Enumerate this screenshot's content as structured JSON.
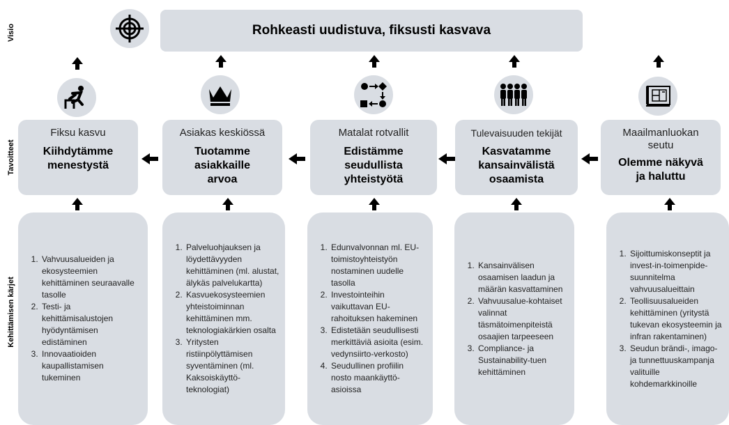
{
  "row_labels": {
    "visio": "Visio",
    "tavoitteet": "Tavoitteet",
    "kehittamisen_karjet": "Kehittämisen kärjet"
  },
  "vision": "Rohkeasti uudistuva, fiksusti kasvava",
  "icons": [
    "target-icon",
    "hurdle-runner-icon",
    "crown-icon",
    "process-flow-icon",
    "people-group-icon",
    "map-blueprint-icon"
  ],
  "goals": [
    {
      "title": "Fiksu kasvu",
      "text": "Kiihdytämme menestystä"
    },
    {
      "title": "Asiakas keskiössä",
      "text": "Tuotamme asiakkaille arvoa"
    },
    {
      "title": "Matalat rotvallit",
      "text": "Edistämme seudullista yhteistyötä"
    },
    {
      "title": "Tulevaisuuden tekijät",
      "text": "Kasvatamme kansainvälistä osaamista"
    },
    {
      "title": "Maailmanluokan seutu",
      "text": "Olemme näkyvä ja haluttu"
    }
  ],
  "dev_items": [
    [
      "Vahvuusalueiden ja ekosysteemien kehittäminen seuraavalle tasolle",
      "Testi- ja kehittämisalustojen hyödyntämisen edistäminen",
      "Innovaatioiden kaupallistamisen tukeminen"
    ],
    [
      "Palveluohjauksen ja löydettävyyden kehittäminen (ml. alustat, älykäs palvelukartta)",
      "Kasvuekosysteemien yhteistoiminnan kehittäminen mm. teknologiakärkien osalta",
      "Yritysten ristiinpölyttämisen syventäminen (ml. Kaksoiskäyttö-teknologiat)"
    ],
    [
      "Edunvalvonnan ml. EU-toimistoyhteistyön nostaminen uudelle tasolla",
      "Investointeihin vaikuttavan EU-rahoituksen hakeminen",
      "Edistetään seudullisesti merkittäviä asioita (esim. vedynsiirto-verkosto)",
      "Seudullinen profiilin nosto maankäyttö-asioissa"
    ],
    [
      "Kansainvälisen osaamisen laadun ja määrän kasvattaminen",
      "Vahvuusalue-kohtaiset valinnat täsmätoimenpiteistä osaajien tarpeeseen",
      "Compliance- ja Sustainability-tuen kehittäminen"
    ],
    [
      "Sijoittumiskonseptit ja invest-in-toimenpide-suunnitelma vahvuusalueittain",
      "Teollisuusalueiden kehittäminen (yritystä tukevan ekosysteemin ja infran rakentaminen)",
      "Seudun brändi-, imago- ja tunnettuuskampanja valituille kohdemarkkinoille"
    ]
  ]
}
